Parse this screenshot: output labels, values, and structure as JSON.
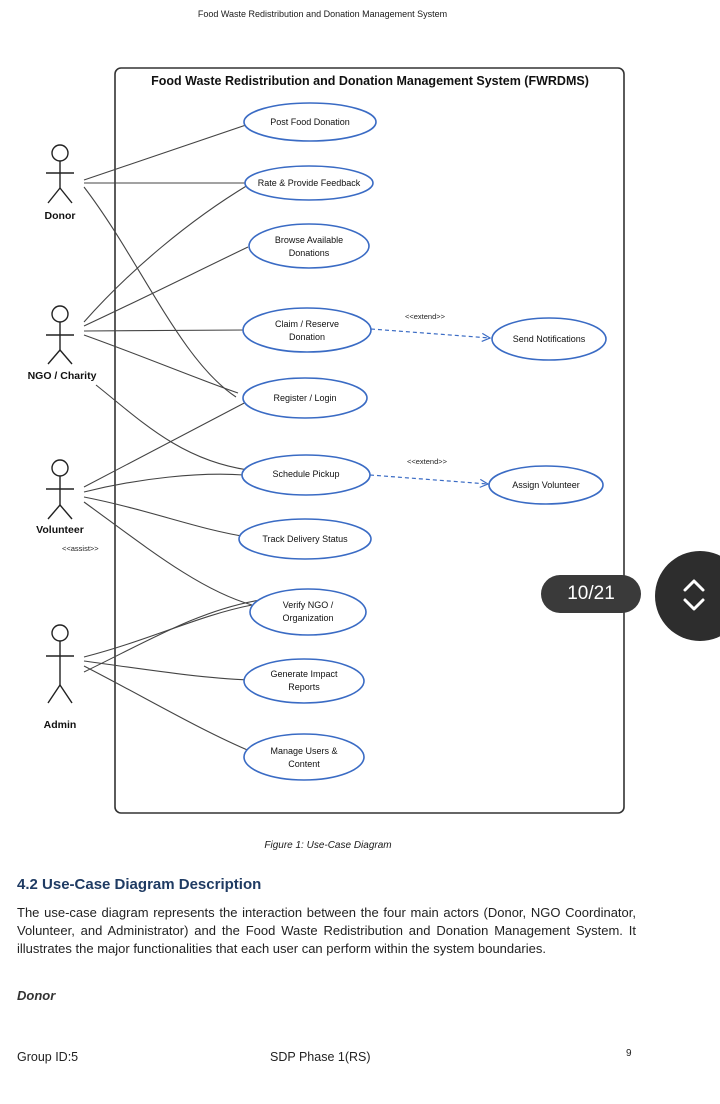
{
  "header": {
    "running_title": "Food Waste Redistribution and Donation Management System"
  },
  "diagram": {
    "system_title": "Food Waste Redistribution and Donation Management System (FWRDMS)",
    "actors": [
      {
        "name": "Donor"
      },
      {
        "name": "NGO / Charity"
      },
      {
        "name": "Volunteer"
      },
      {
        "name": "Admin"
      }
    ],
    "use_cases": [
      {
        "label": "Post Food Donation"
      },
      {
        "label": "Rate & Provide Feedback"
      },
      {
        "label": "Browse Available\nDonations"
      },
      {
        "label": "Claim / Reserve\nDonation"
      },
      {
        "label": "Register / Login"
      },
      {
        "label": "Schedule Pickup"
      },
      {
        "label": "Track Delivery Status"
      },
      {
        "label": "Verify NGO /\nOrganization"
      },
      {
        "label": "Generate Impact\nReports"
      },
      {
        "label": "Manage Users &\nContent"
      },
      {
        "label": "Send Notifications"
      },
      {
        "label": "Assign Volunteer"
      }
    ],
    "stereotypes": {
      "extend_1": "<<extend>>",
      "extend_2": "<<extend>>",
      "assist": "<<assist>>"
    }
  },
  "figure_caption": "Figure 1: Use-Case Diagram",
  "section": {
    "heading": "4.2 Use-Case Diagram Description",
    "paragraph": "The use-case diagram represents the interaction between the four main actors (Donor, NGO Coordinator, Volunteer, and Administrator) and the Food Waste Redistribution and Donation Management System. It illustrates the major functionalities that each user can perform within the system boundaries.",
    "subheading": "Donor"
  },
  "footer": {
    "left": "Group ID:5",
    "center": "SDP Phase 1(RS)",
    "page_number": "9"
  },
  "viewer": {
    "page_indicator": "10/21",
    "nav_icon": "chevron-up-down-icon"
  }
}
